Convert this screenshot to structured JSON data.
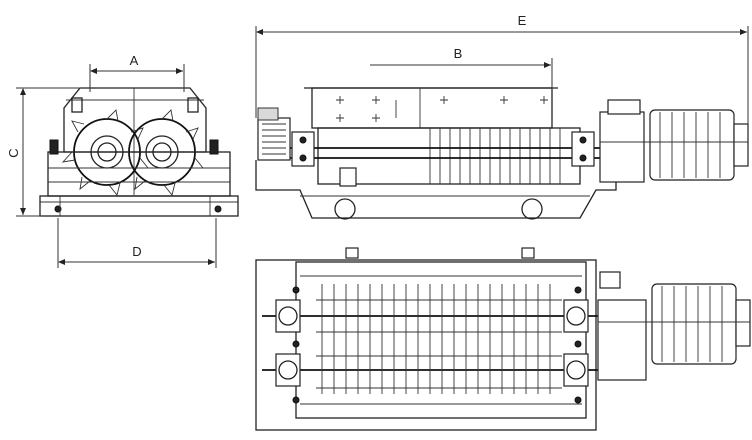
{
  "dimensions": {
    "a": "A",
    "b": "B",
    "c": "C",
    "d": "D",
    "e": "E"
  }
}
